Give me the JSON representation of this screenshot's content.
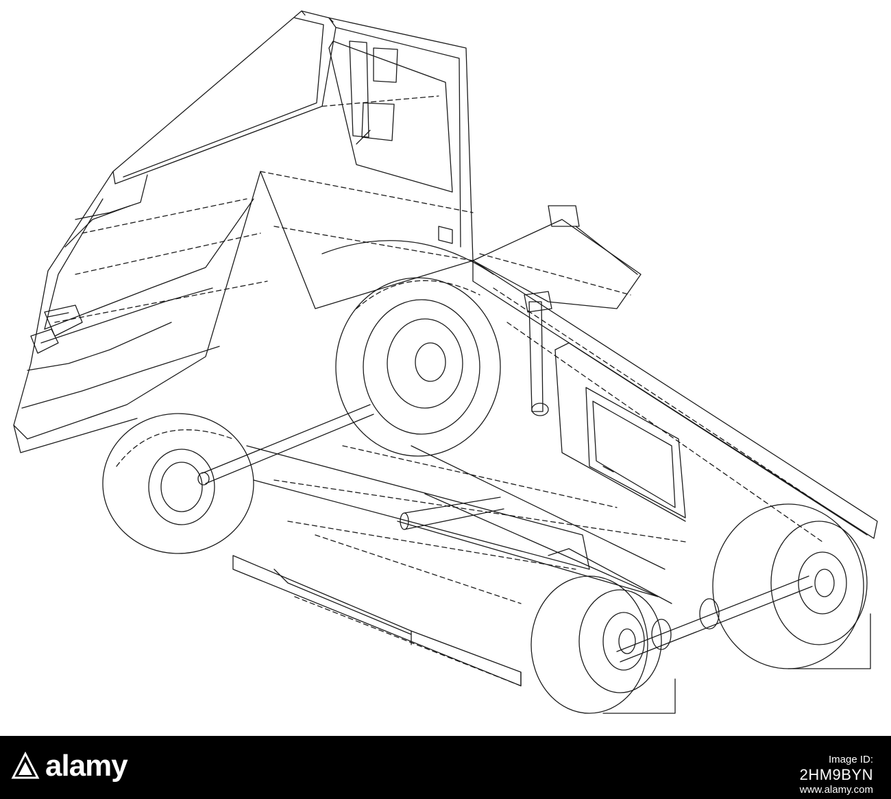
{
  "footer": {
    "brand": "alamy",
    "image_id_label": "Image ID:",
    "image_id": "2HM9BYN",
    "url": "www.alamy.com"
  },
  "illustration": {
    "subject": "truck-wireframe",
    "line_color": "#1a1a1a",
    "background": "#ffffff"
  }
}
